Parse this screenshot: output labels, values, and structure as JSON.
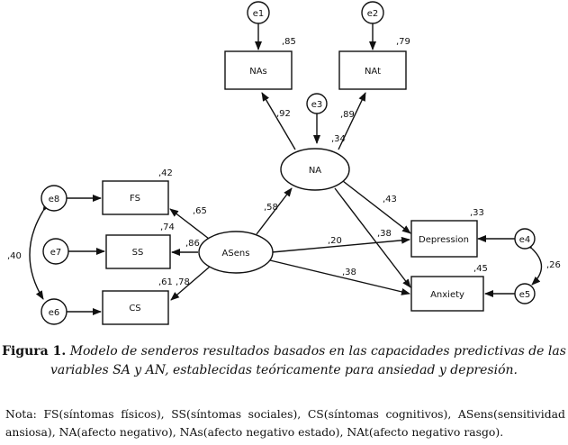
{
  "diagram": {
    "observed": {
      "nas": {
        "label": "NAs",
        "r2": ",85"
      },
      "nat": {
        "label": "NAt",
        "r2": ",79"
      },
      "fs": {
        "label": "FS",
        "r2": ",42"
      },
      "ss": {
        "label": "SS",
        "r2": ",74"
      },
      "cs": {
        "label": "CS",
        "r2": ",61"
      },
      "depression": {
        "label": "Depression",
        "r2": ",33"
      },
      "anxiety": {
        "label": "Anxiety",
        "r2": ",45"
      }
    },
    "latent": {
      "na": {
        "label": "NA",
        "r2": ",34"
      },
      "asens": {
        "label": "ASens"
      }
    },
    "errors": {
      "e1": "e1",
      "e2": "e2",
      "e3": "e3",
      "e4": "e4",
      "e5": "e5",
      "e6": "e6",
      "e7": "e7",
      "e8": "e8"
    },
    "paths": {
      "na_nas": ",92",
      "na_nat": ",89",
      "asens_fs": ",65",
      "asens_ss": ",86",
      "asens_cs": ",78",
      "asens_na": ",58",
      "na_depression": ",43",
      "na_anxiety": ",38",
      "asens_depression": ",20",
      "asens_anxiety": ",38"
    },
    "covariances": {
      "e8_e6": ",40",
      "e4_e5": ",26"
    }
  },
  "caption": {
    "label": "Figura 1.",
    "text": "Modelo de senderos resultados basados en las capacidades predictivas de las variables SA y AN, establecidas teóricamente para ansiedad y depresión."
  },
  "note": "Nota: FS(síntomas físicos), SS(síntomas sociales), CS(síntomas cognitivos), ASens(sensitividad ansiosa), NA(afecto negativo), NAs(afecto negativo estado), NAt(afecto negativo rasgo)."
}
